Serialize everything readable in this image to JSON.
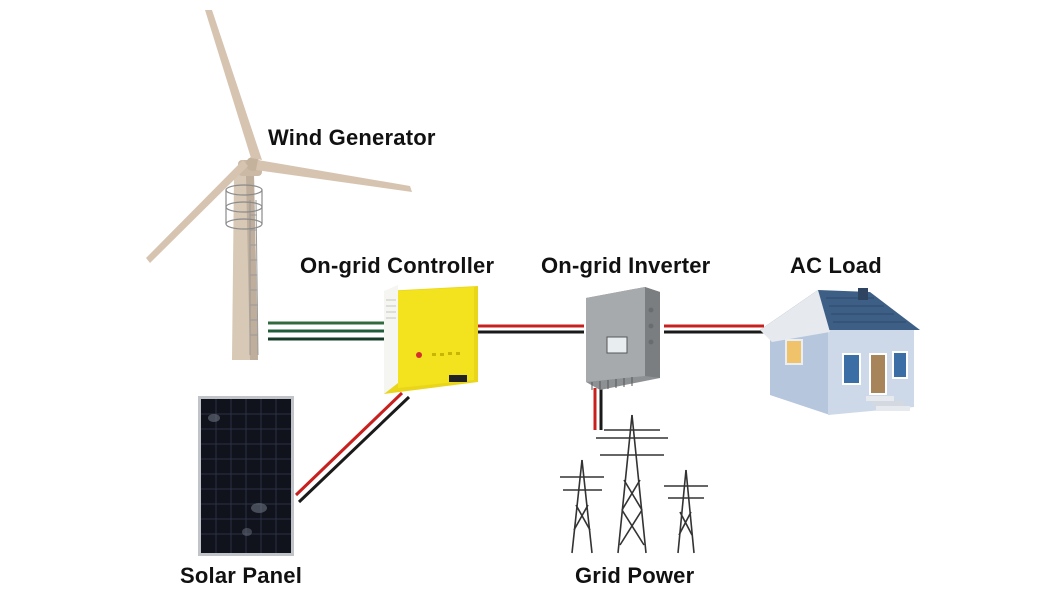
{
  "labels": {
    "wind_generator": "Wind Generator",
    "on_grid_controller": "On-grid Controller",
    "on_grid_inverter": "On-grid Inverter",
    "ac_load": "AC Load",
    "solar_panel": "Solar Panel",
    "grid_power": "Grid Power"
  },
  "colors": {
    "wire_red": "#c8201e",
    "wire_black": "#1a1a1a",
    "wire_green": "#1f5e3a",
    "controller_yellow": "#f3e21e",
    "inverter_gray": "#9a9da0",
    "roof_blue": "#3d5f86",
    "house_wall": "#c6d4e6",
    "turbine_beige": "#d8c8b6"
  }
}
